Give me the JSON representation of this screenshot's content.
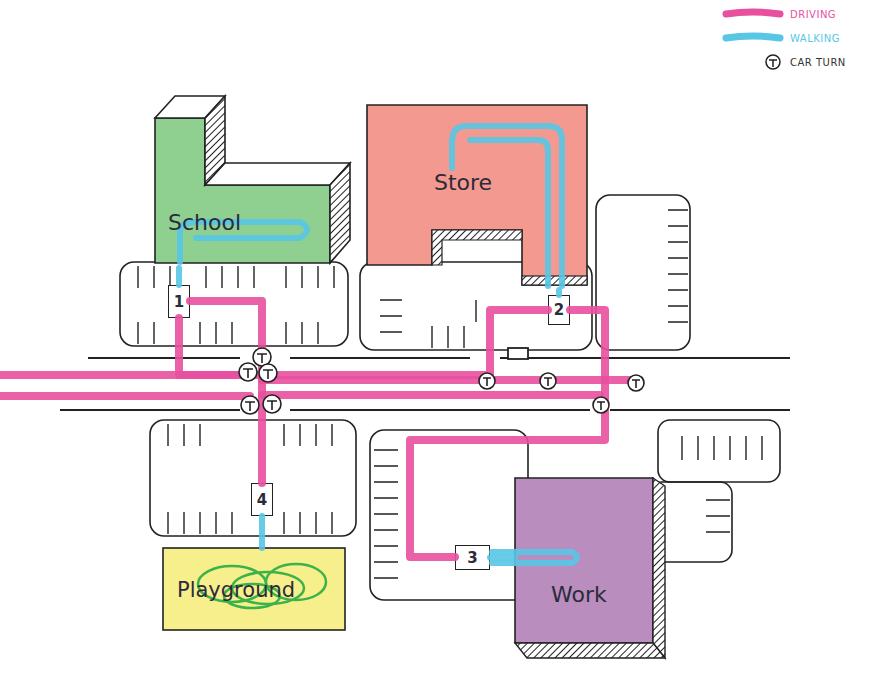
{
  "diagram": {
    "nodes": [
      {
        "text": [
          "School"
        ]
      },
      {
        "text": [
          "Store"
        ]
      },
      {
        "text": [
          "1"
        ]
      },
      {
        "text": [
          "2"
        ]
      },
      {
        "text": [
          "4"
        ]
      },
      {
        "text": [
          "3"
        ]
      },
      {
        "text": [
          "Playground"
        ]
      },
      {
        "text": [
          "Work"
        ]
      }
    ],
    "edges": [
      {
        "from": 0,
        "to": 2,
        "arrow": "none"
      },
      {
        "from": 1,
        "to": 3,
        "arrow": "none"
      },
      {
        "from": 2,
        "to": 4,
        "arrow": "none"
      },
      {
        "from": 2,
        "to": 3,
        "arrow": "none"
      },
      {
        "from": 3,
        "to": 5,
        "arrow": "none"
      },
      {
        "from": 4,
        "to": 6,
        "arrow": "none"
      },
      {
        "from": 5,
        "to": 7,
        "arrow": "none"
      }
    ],
    "legend": [
      {
        "text": "DRIVING"
      },
      {
        "text": "WALKING"
      },
      {
        "text": "CAR TURN"
      }
    ]
  }
}
